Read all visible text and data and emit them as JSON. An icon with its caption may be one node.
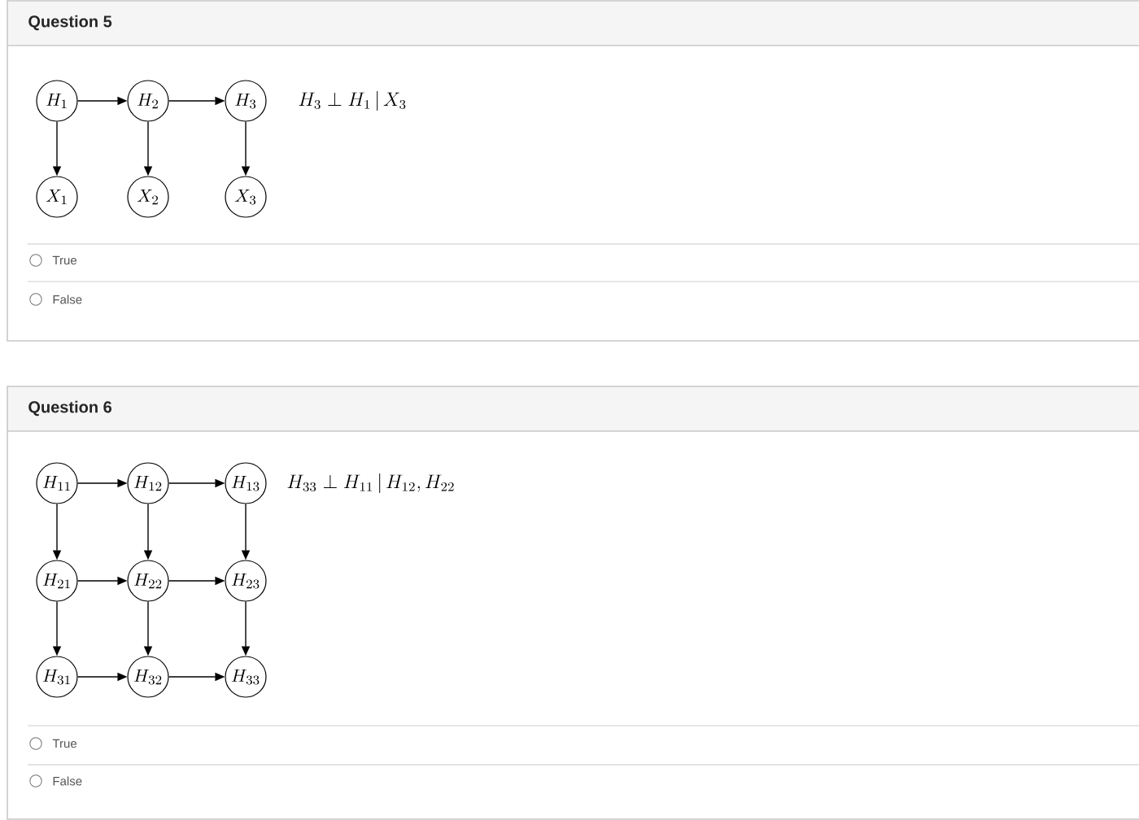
{
  "diagram": {
    "nodes": [
      {
        "text": [
          "Question 5"
        ]
      },
      {
        "text": [
          "H_1"
        ],
        "in": 0
      },
      {
        "text": [
          "H_2"
        ],
        "in": 0
      },
      {
        "text": [
          "H_3"
        ],
        "in": 0
      },
      {
        "text": [
          "X_1"
        ],
        "in": 0
      },
      {
        "text": [
          "X_2"
        ],
        "in": 0
      },
      {
        "text": [
          "X_3"
        ],
        "in": 0
      },
      {
        "text": [
          "Question 6"
        ]
      },
      {
        "text": [
          "H_{11}"
        ],
        "in": 7
      },
      {
        "text": [
          "H_{12}"
        ],
        "in": 7
      },
      {
        "text": [
          "H_{13}"
        ],
        "in": 7
      },
      {
        "text": [
          "H_{21}"
        ],
        "in": 7
      },
      {
        "text": [
          "H_{22}"
        ],
        "in": 7
      },
      {
        "text": [
          "H_{23}"
        ],
        "in": 7
      },
      {
        "text": [
          "H_{31}"
        ],
        "in": 7
      },
      {
        "text": [
          "H_{32}"
        ],
        "in": 7
      },
      {
        "text": [
          "H_{33}"
        ],
        "in": 7
      }
    ],
    "edges": [
      {
        "from": 1,
        "to": 2,
        "arrow": "to"
      },
      {
        "from": 2,
        "to": 3,
        "arrow": "to"
      },
      {
        "from": 1,
        "to": 4,
        "arrow": "to"
      },
      {
        "from": 2,
        "to": 5,
        "arrow": "to"
      },
      {
        "from": 3,
        "to": 6,
        "arrow": "to"
      },
      {
        "from": 8,
        "to": 9,
        "arrow": "to"
      },
      {
        "from": 9,
        "to": 10,
        "arrow": "to"
      },
      {
        "from": 8,
        "to": 11,
        "arrow": "to"
      },
      {
        "from": 9,
        "to": 12,
        "arrow": "to"
      },
      {
        "from": 10,
        "to": 13,
        "arrow": "to"
      },
      {
        "from": 11,
        "to": 12,
        "arrow": "to"
      },
      {
        "from": 12,
        "to": 13,
        "arrow": "to"
      },
      {
        "from": 11,
        "to": 14,
        "arrow": "to"
      },
      {
        "from": 12,
        "to": 15,
        "arrow": "to"
      },
      {
        "from": 13,
        "to": 16,
        "arrow": "to"
      },
      {
        "from": 14,
        "to": 15,
        "arrow": "to"
      },
      {
        "from": 15,
        "to": 16,
        "arrow": "to"
      }
    ],
    "labels": [
      "H_3 \\perp H_1 \\,|\\, X_3",
      "True",
      "False",
      "H_{33} \\perp H_{11} \\,|\\, H_{12}, H_{22}",
      "True",
      "False"
    ]
  }
}
